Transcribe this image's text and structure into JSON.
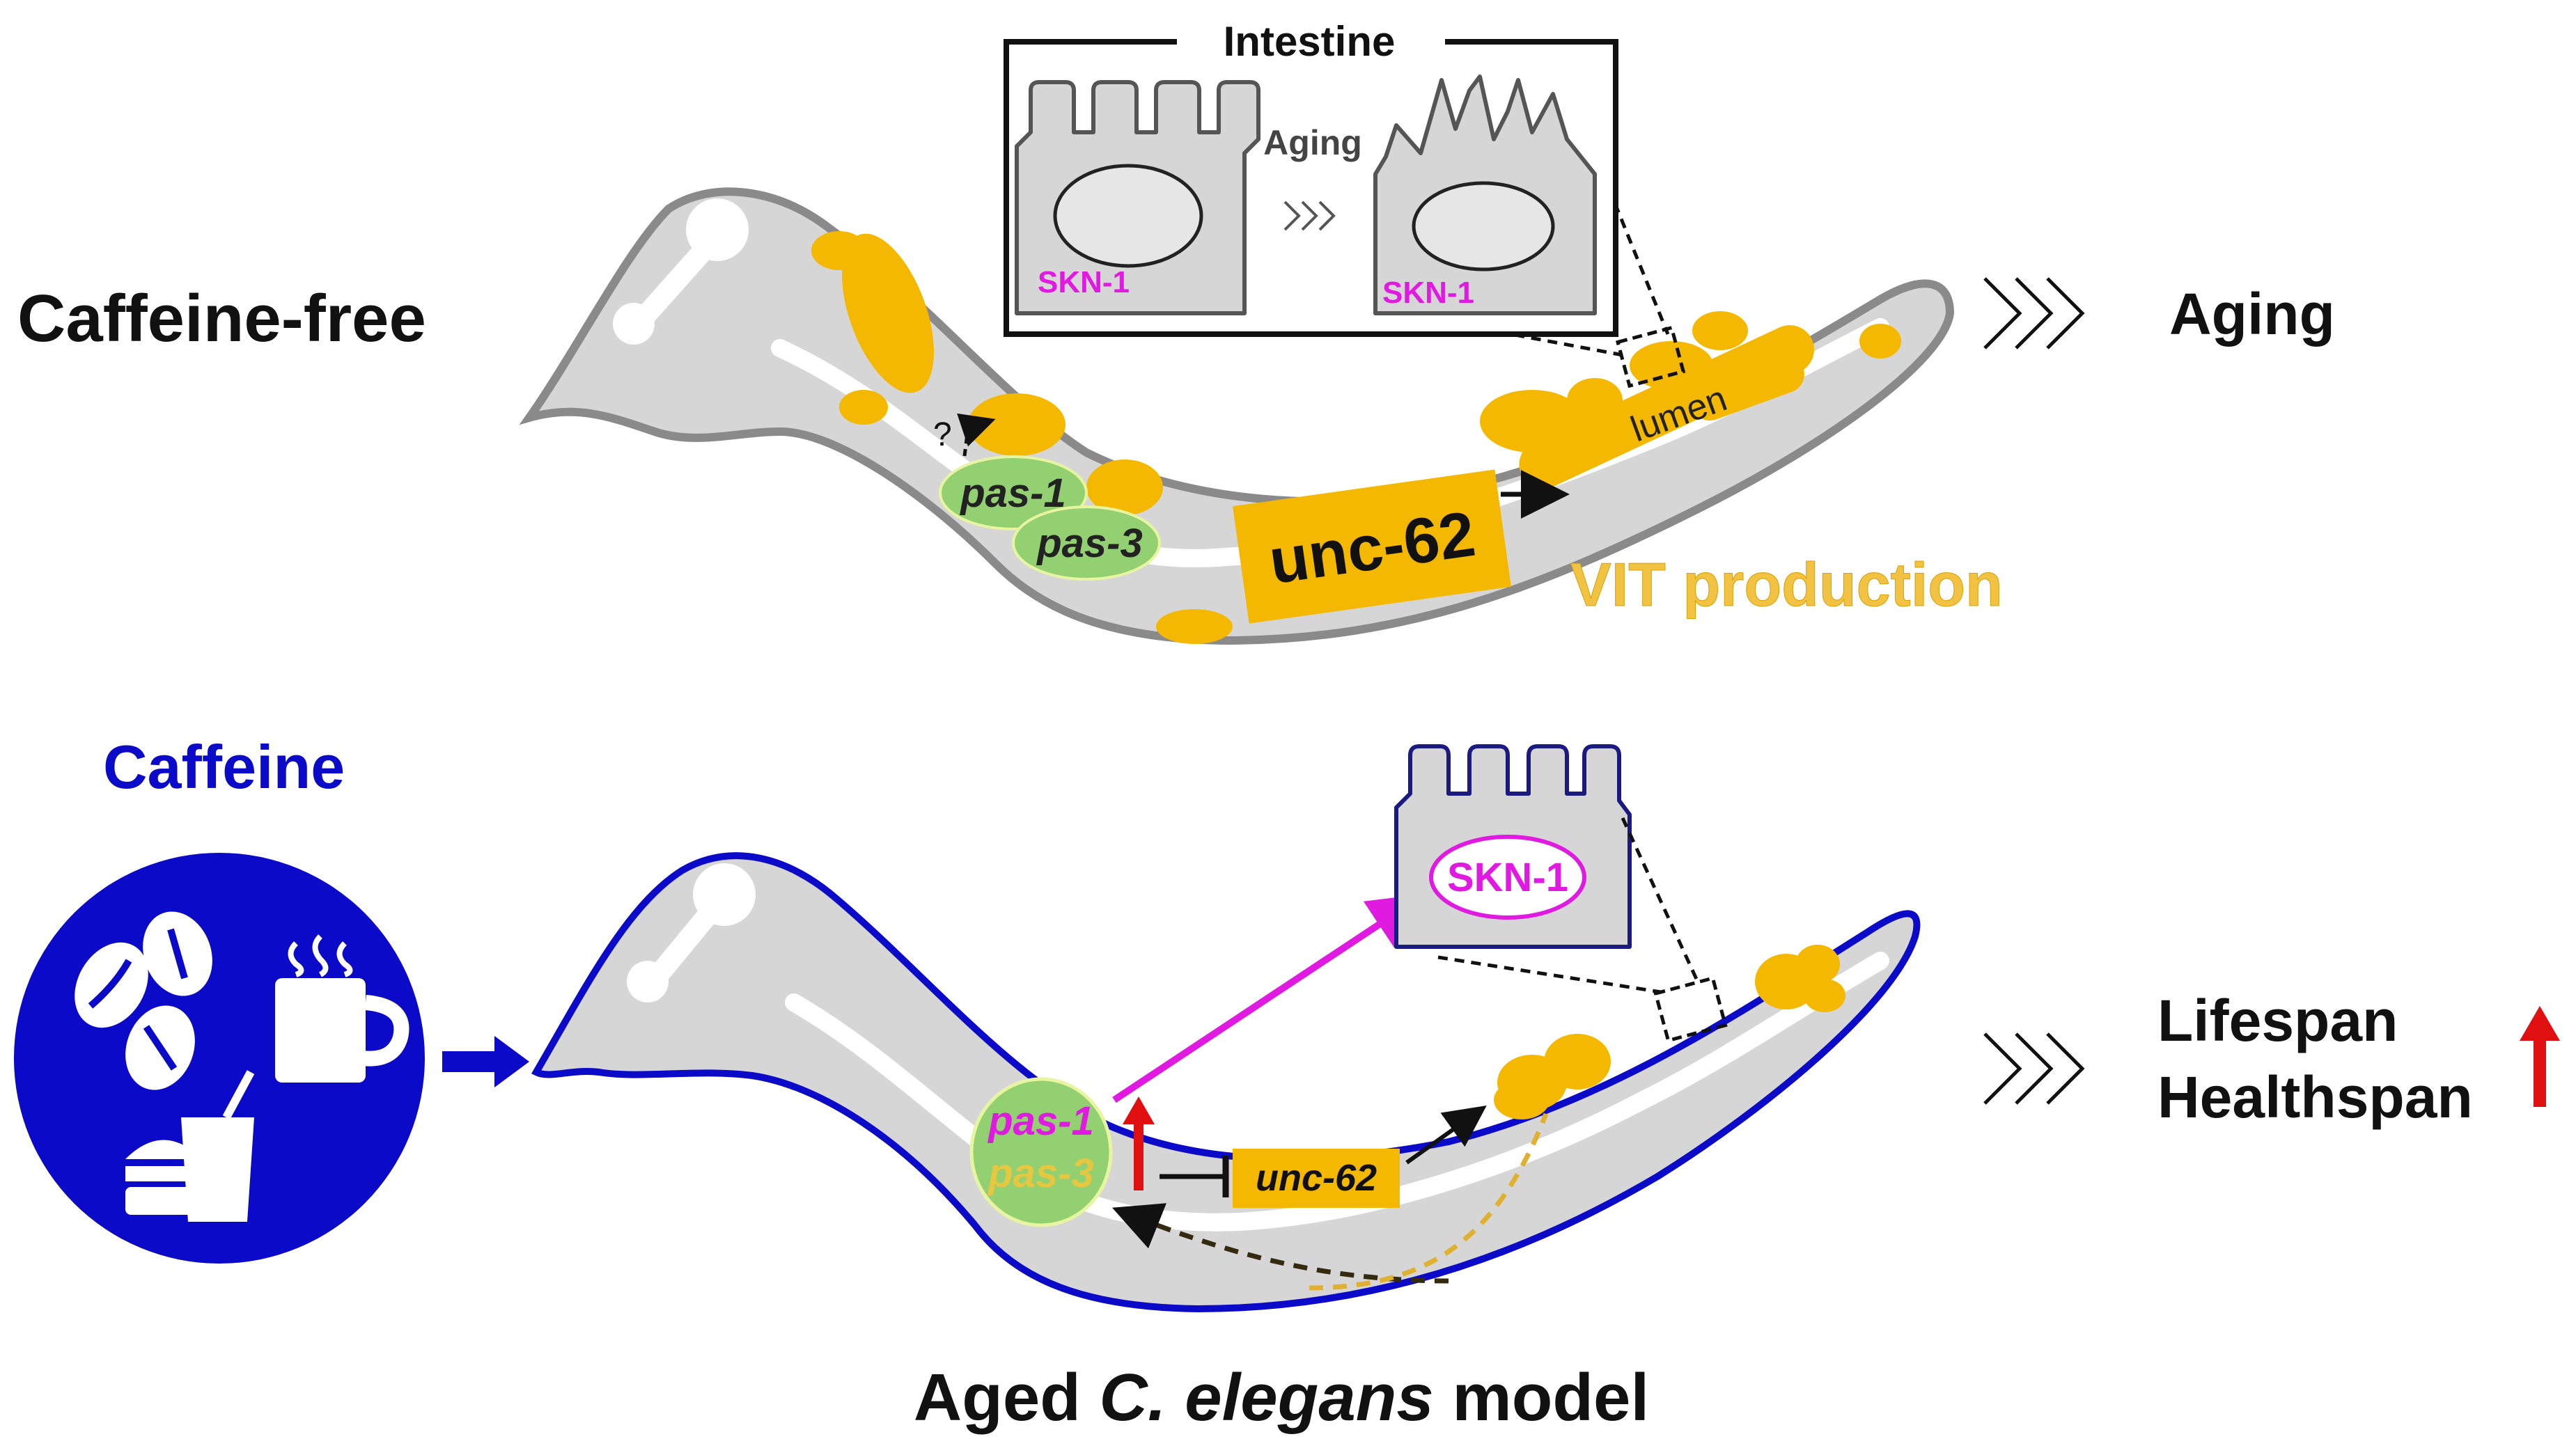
{
  "colors": {
    "yellow": "#f5b800",
    "yellow_text": "#f2c242",
    "green": "#92d072",
    "grey_body": "#d6d6d6",
    "grey_outline": "#8a8a8a",
    "blue": "#0a0ac8",
    "magenta": "#e01ae0",
    "red": "#e01010",
    "black": "#111111"
  },
  "top": {
    "condition_label": "Caffeine-free",
    "outcome": "Aging",
    "inset_title": "Intestine",
    "inset_arrow_label": "Aging",
    "cell_label_young": "SKN-1",
    "cell_label_aged": "SKN-1",
    "gene_pas1": "pas-1",
    "gene_pas3": "pas-3",
    "question_mark": "?",
    "unc62": "unc-62",
    "lumen": "lumen",
    "vit": "VIT production"
  },
  "bottom": {
    "condition_label": "Caffeine",
    "gene_pas1": "pas-1",
    "gene_pas3": "pas-3",
    "unc62": "unc-62",
    "skn1": "SKN-1",
    "outcome_line1": "Lifespan",
    "outcome_line2": "Healthspan"
  },
  "caption": {
    "part1": "Aged ",
    "part2": "C. elegans",
    "part3": " model"
  },
  "icons": [
    "coffee-bean-icon",
    "coffee-cup-icon",
    "steam-icon",
    "burger-icon",
    "drink-cup-icon",
    "chevron-arrows-icon",
    "up-arrow-icon",
    "right-arrow-icon"
  ]
}
